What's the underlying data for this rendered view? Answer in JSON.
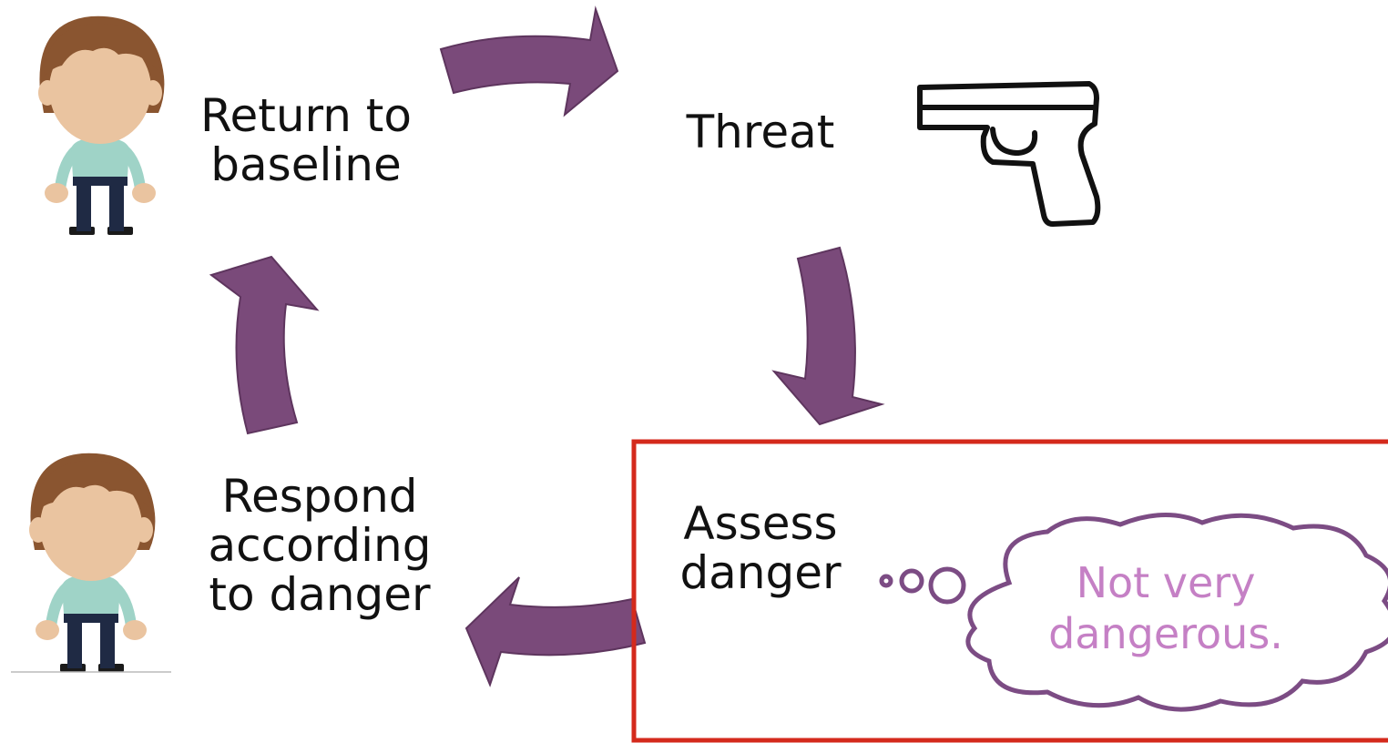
{
  "diagram": {
    "steps": [
      {
        "id": "return",
        "lines": [
          "Return to",
          "baseline"
        ]
      },
      {
        "id": "threat",
        "lines": [
          "Threat"
        ]
      },
      {
        "id": "assess",
        "lines": [
          "Assess",
          "danger"
        ]
      },
      {
        "id": "respond",
        "lines": [
          "Respond",
          "according",
          "to danger"
        ]
      }
    ],
    "thought": {
      "lines": [
        "Not very",
        "dangerous."
      ]
    },
    "icons": [
      "person-icon",
      "person-icon",
      "pistol-icon",
      "thought-cloud-icon"
    ],
    "colors": {
      "arrow": "#7a4a7a",
      "highlight_border": "#d42a1c",
      "thought_text": "#c580c5",
      "cloud_outline": "#7c4c84"
    }
  }
}
